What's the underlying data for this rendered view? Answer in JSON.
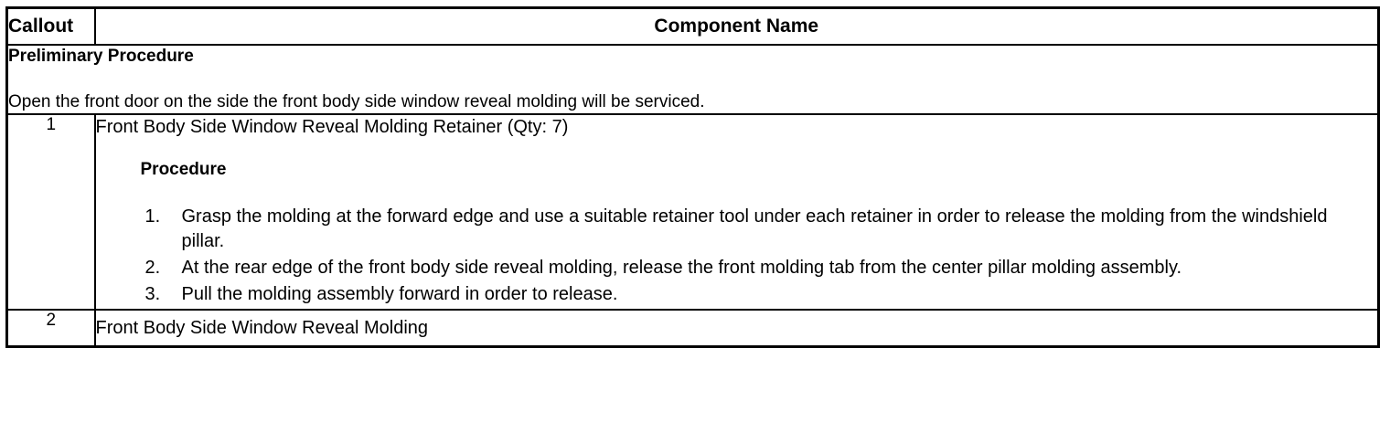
{
  "table": {
    "columns": [
      {
        "key": "callout",
        "header": "Callout",
        "align": "left"
      },
      {
        "key": "component_name",
        "header": "Component Name",
        "align": "center"
      }
    ],
    "preliminary": {
      "title": "Preliminary Procedure",
      "text": "Open the front door on the side the front body side window reveal molding will be serviced."
    },
    "rows": [
      {
        "callout": "1",
        "component_name": "Front Body Side Window Reveal Molding Retainer (Qty: 7)",
        "procedure_heading": "Procedure",
        "steps": [
          "Grasp the molding at the forward edge and use a suitable retainer tool under each retainer in order to release the molding from the windshield pillar.",
          "At the rear edge of the front body side reveal molding, release the front molding tab from the center pillar molding assembly.",
          "Pull the molding assembly forward in order to release."
        ]
      },
      {
        "callout": "2",
        "component_name": "Front Body Side Window Reveal Molding",
        "procedure_heading": null,
        "steps": []
      }
    ]
  },
  "colors": {
    "text": "#000000",
    "background": "#ffffff",
    "border": "#000000"
  }
}
